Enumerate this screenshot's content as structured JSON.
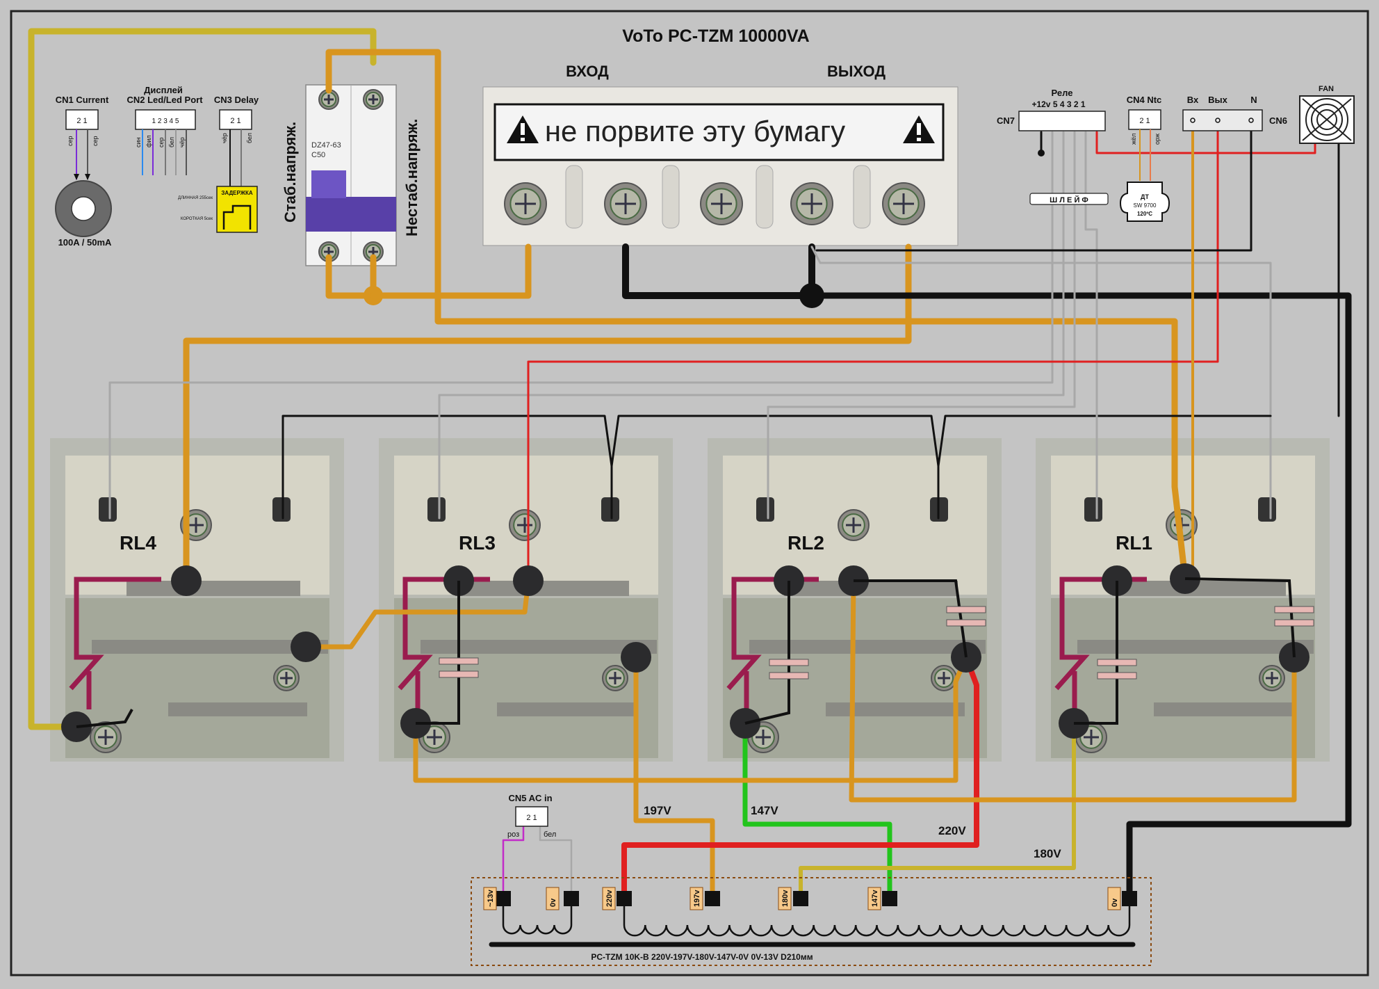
{
  "title": "VoTo PC-TZM 10000VA",
  "terminal": {
    "input_label": "ВХОД",
    "output_label": "ВЫХОД",
    "paper_note": "не порвите эту бумагу"
  },
  "breaker": {
    "model": "DZ47-63",
    "rating": "C50",
    "stab_label": "Стаб.напряж.",
    "unstab_label": "Нестаб.напряж."
  },
  "cn1": {
    "title": "CN1 Current",
    "pins": "2  1",
    "wire1": "сер",
    "wire2": "сер",
    "coil_label": "100A / 50mA"
  },
  "cn2": {
    "title_top": "Дисплей",
    "title": "CN2 Led/Led Port",
    "pins": "1 2 3 4 5",
    "wires": [
      "син",
      "фил",
      "сер",
      "бел",
      "чёр"
    ]
  },
  "cn3": {
    "title": "CN3 Delay",
    "pins": "2  1",
    "wire1": "чёр",
    "wire2": "бел",
    "delay_label": "ЗАДЕРЖКА",
    "long_label": "ДЛИННАЯ 255сек",
    "short_label": "КОРОТКАЯ 5сек"
  },
  "cn7": {
    "title_top": "Реле",
    "pin_labels": "+12v  5  4  3  2  1",
    "name": "CN7"
  },
  "cn4": {
    "title": "CN4 Ntc",
    "pins": "2  1",
    "wire1": "жёл",
    "wire2": "орж",
    "sensor_label": "ДТ",
    "sensor_model": "SW 9700",
    "sensor_temp": "120ºC"
  },
  "cn6": {
    "labels": [
      "Вх",
      "Вых",
      "N"
    ],
    "name": "CN6"
  },
  "fan": {
    "label": "FAN"
  },
  "loom": {
    "label": "Ш Л Е Й Ф"
  },
  "relays": [
    {
      "label": "RL4"
    },
    {
      "label": "RL3"
    },
    {
      "label": "RL2"
    },
    {
      "label": "RL1"
    }
  ],
  "wire_labels": {
    "v197": "197V",
    "v147": "147V",
    "v220": "220V",
    "v180": "180V"
  },
  "cn5": {
    "title": "CN5 AC in",
    "pins": "2  1",
    "wire1": "роз",
    "wire2": "бел"
  },
  "transformer": {
    "taps": [
      "~13v",
      "0v",
      "220v",
      "197v",
      "180v",
      "147v",
      "0v"
    ],
    "caption": "PC-TZM 10K-B  220V-197V-180V-147V-0V  0V-13V  D210мм"
  },
  "colors": {
    "background": "#c4c4c4",
    "orange": "#d8951f",
    "olive": "#c8b32c",
    "red": "#e02020",
    "green": "#22c41c",
    "black": "#111111",
    "gray": "#a8a8a8",
    "maroon": "#9a1c4e"
  }
}
